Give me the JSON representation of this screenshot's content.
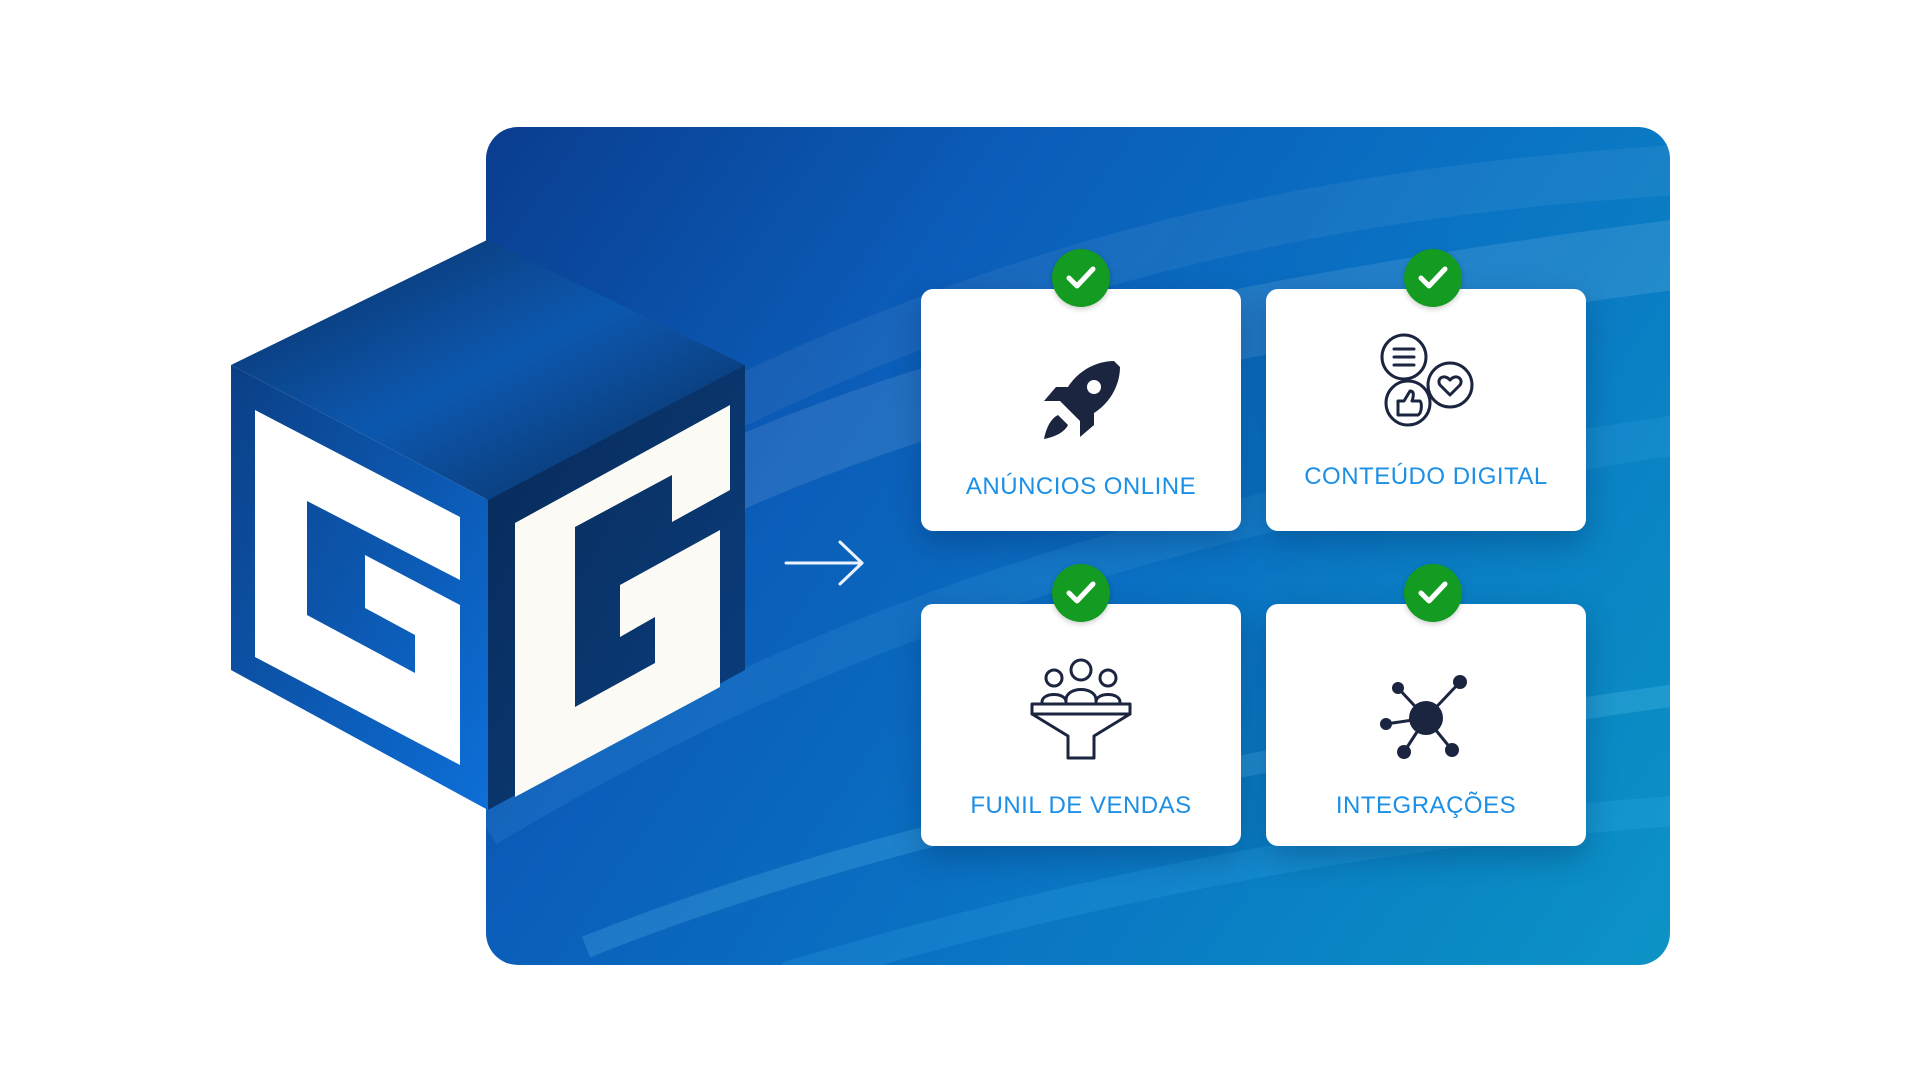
{
  "logo": {
    "letters": "GG",
    "icon": "gg-cube-logo"
  },
  "flow_arrow": {
    "icon": "arrow-right-icon"
  },
  "services": [
    {
      "label": "ANÚNCIOS ONLINE",
      "icon": "rocket-icon",
      "status": "checked"
    },
    {
      "label": "CONTEÚDO DIGITAL",
      "icon": "social-chat-icon",
      "status": "checked"
    },
    {
      "label": "FUNIL DE VENDAS",
      "icon": "sales-funnel-icon",
      "status": "checked"
    },
    {
      "label": "INTEGRAÇÕES",
      "icon": "network-hub-icon",
      "status": "checked"
    }
  ],
  "colors": {
    "panel_start": "#0a3d8f",
    "panel_end": "#0d93c6",
    "label_text": "#1c8fe6",
    "check_badge": "#149b22",
    "icon_dark": "#1b2540"
  }
}
